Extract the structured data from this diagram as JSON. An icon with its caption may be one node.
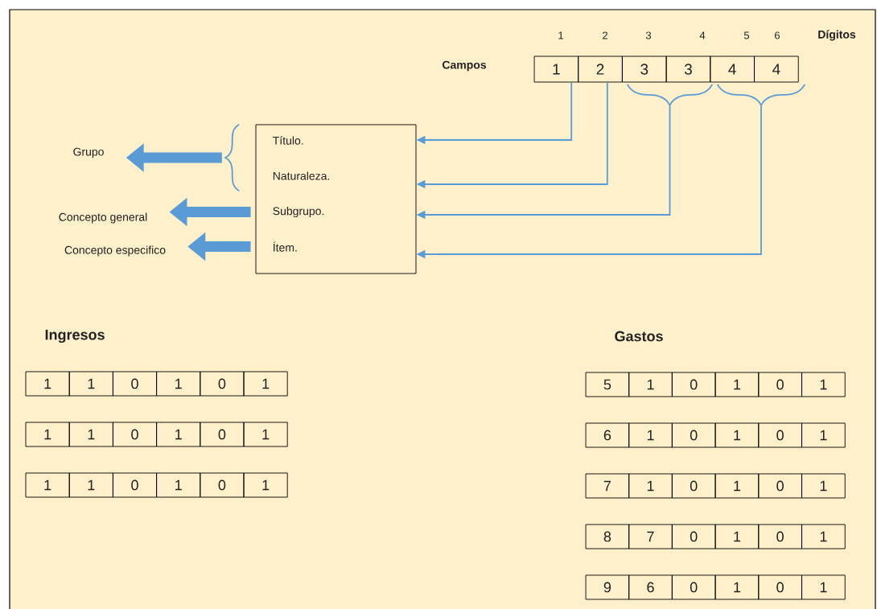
{
  "diagram": {
    "nodes": [
      {
        "text": [
          "1"
        ]
      },
      {
        "text": [
          "2"
        ]
      },
      {
        "text": [
          "3"
        ]
      },
      {
        "text": [
          "3"
        ]
      },
      {
        "text": [
          "4"
        ]
      },
      {
        "text": [
          "4"
        ]
      },
      {
        "text": [],
        "shape": "box"
      },
      {
        "text": [
          "Título."
        ],
        "in": 6
      },
      {
        "text": [
          "Naturaleza."
        ],
        "in": 6
      },
      {
        "text": [
          "Subgrupo."
        ],
        "in": 6
      },
      {
        "text": [
          "Ítem."
        ],
        "in": 6
      },
      {
        "text": [
          "Grupo"
        ]
      },
      {
        "text": [
          "Concepto general"
        ]
      },
      {
        "text": [
          "Concepto especifico"
        ]
      },
      {
        "text": [],
        "shape": "brace"
      },
      {
        "text": [],
        "shape": "brace"
      },
      {
        "text": [],
        "shape": "brace"
      }
    ],
    "edges": [
      {
        "from": 0,
        "to": 6,
        "arrow": "to"
      },
      {
        "from": 1,
        "to": 6,
        "arrow": "to"
      },
      {
        "from": 14,
        "to": 6,
        "arrow": "to"
      },
      {
        "from": 15,
        "to": 6,
        "arrow": "to"
      },
      {
        "from": 16,
        "to": 11,
        "arrow": "to",
        "style": "thick"
      },
      {
        "from": 9,
        "to": 12,
        "arrow": "to",
        "style": "thick"
      },
      {
        "from": 10,
        "to": 13,
        "arrow": "to",
        "style": "thick"
      }
    ],
    "labels": [
      "1",
      "2",
      "3",
      "4",
      "5",
      "6",
      "Dígitos",
      "Campos",
      "Ingresos",
      "Gastos",
      "1",
      "1",
      "0",
      "1",
      "0",
      "1",
      "1",
      "1",
      "0",
      "1",
      "0",
      "1",
      "1",
      "1",
      "0",
      "1",
      "0",
      "1",
      "5",
      "1",
      "0",
      "1",
      "0",
      "1",
      "6",
      "1",
      "0",
      "1",
      "0",
      "1",
      "7",
      "1",
      "0",
      "1",
      "0",
      "1",
      "8",
      "7",
      "0",
      "1",
      "0",
      "1",
      "9",
      "6",
      "0",
      "1",
      "0",
      "1"
    ]
  }
}
